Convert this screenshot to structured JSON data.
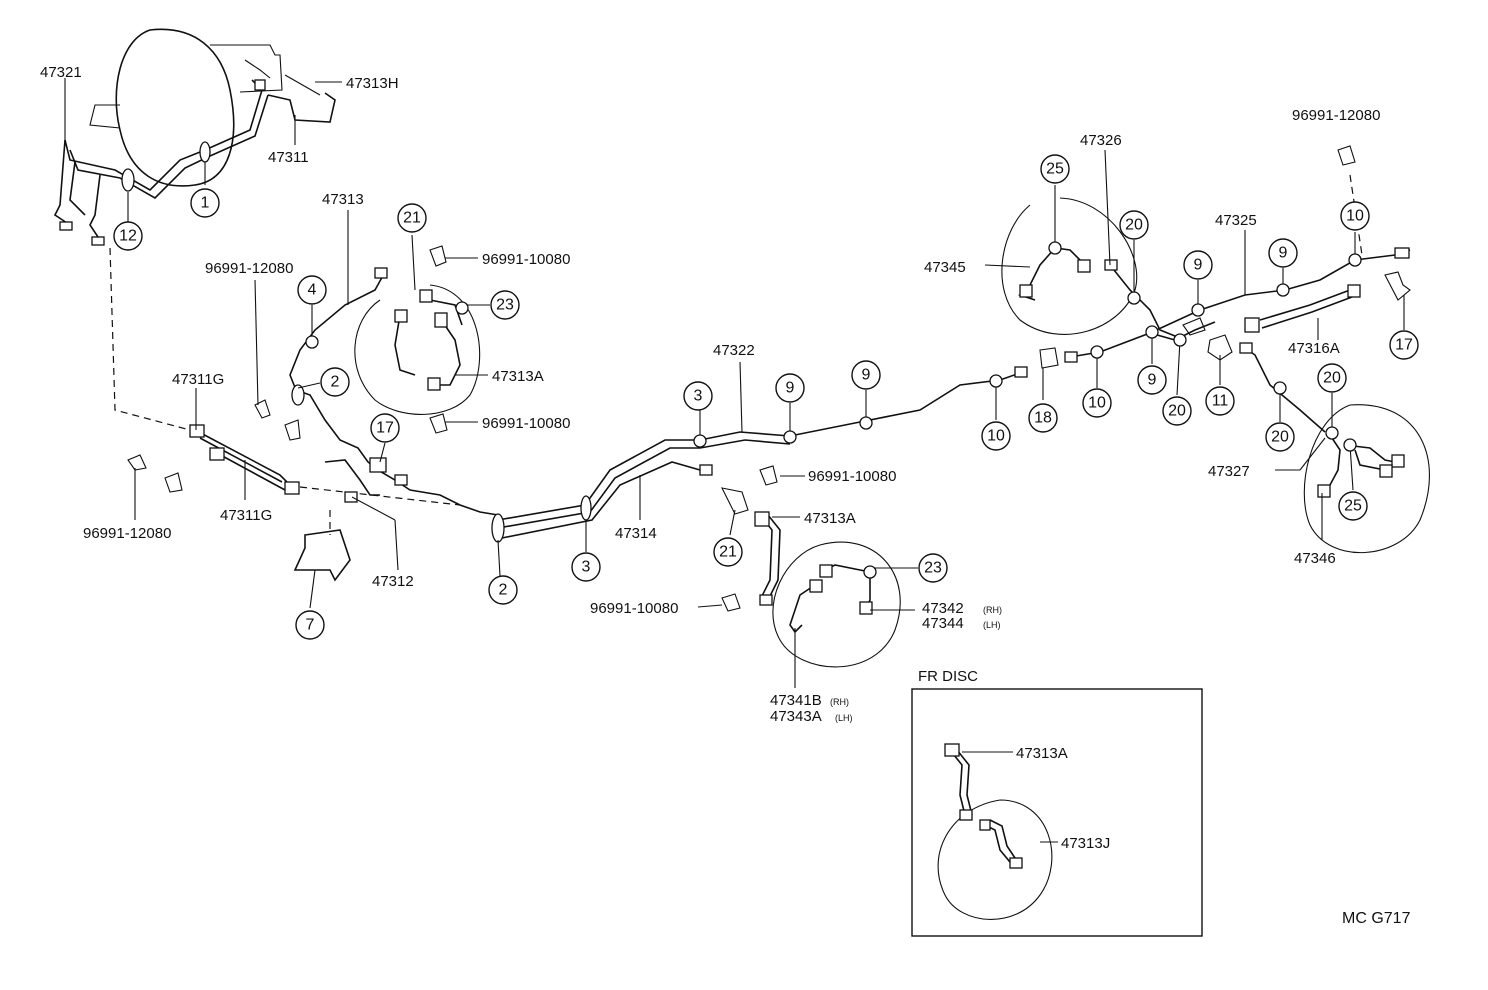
{
  "diagram_code": "MC G717",
  "inset": {
    "title": "FR DISC",
    "part_hose": "47313A",
    "part_bracket": "47313J"
  },
  "parts": {
    "p47321": "47321",
    "p47313H": "47313H",
    "p47311": "47311",
    "p47313": "47313",
    "p96991_12080_top": "96991-12080",
    "p96991_10080_a": "96991-10080",
    "p96991_10080_b": "96991-10080",
    "p47313A_left": "47313A",
    "p47311G_a": "47311G",
    "p47311G_b": "47311G",
    "p96991_12080_left": "96991-12080",
    "p47312": "47312",
    "p47322": "47322",
    "p47314": "47314",
    "p96991_10080_c": "96991-10080",
    "p47313A_mid": "47313A",
    "p96991_10080_d": "96991-10080",
    "p47342": "47342",
    "p47342_sub": "(RH)",
    "p47344": "47344",
    "p47344_sub": "(LH)",
    "p47341B": "47341B",
    "p47341B_sub": "(RH)",
    "p47343A": "47343A",
    "p47343A_sub": "(LH)",
    "p47326": "47326",
    "p47345": "47345",
    "p47325": "47325",
    "p96991_12080_right": "96991-12080",
    "p47316A": "47316A",
    "p47327": "47327",
    "p47346": "47346"
  },
  "callouts": {
    "c1": "1",
    "c12": "12",
    "c21a": "21",
    "c23a": "23",
    "c4": "4",
    "c2a": "2",
    "c17a": "17",
    "c7": "7",
    "c2b": "2",
    "c3a": "3",
    "c3b": "3",
    "c9a": "9",
    "c9b": "9",
    "c10a": "10",
    "c18": "18",
    "c10b": "10",
    "c9c": "9",
    "c20a": "20",
    "c11": "11",
    "c9d": "9",
    "c20b": "20",
    "c9e": "9",
    "c25a": "25",
    "c10c": "10",
    "c17b": "17",
    "c20c": "20",
    "c20d": "20",
    "c25b": "25",
    "c21b": "21",
    "c23b": "23"
  }
}
